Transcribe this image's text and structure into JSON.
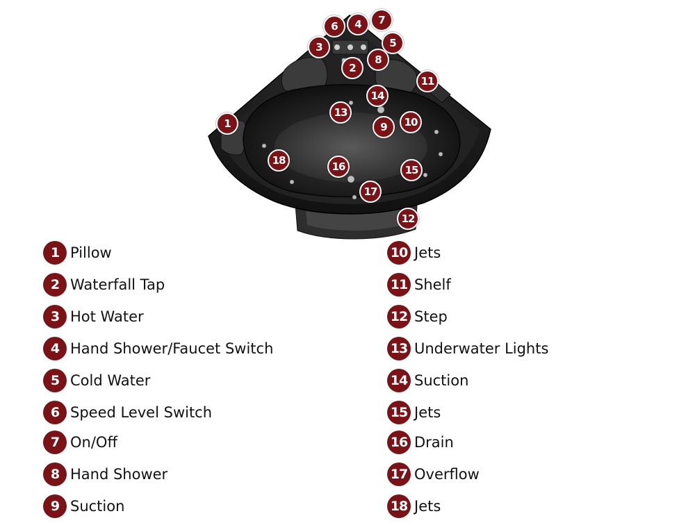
{
  "colors": {
    "badge": "#7a1216",
    "badge_text": "#ffffff",
    "label_text": "#111111",
    "tub_body": "#1a1a1a"
  },
  "parts": [
    {
      "number": "1",
      "label": "Pillow"
    },
    {
      "number": "2",
      "label": "Waterfall Tap"
    },
    {
      "number": "3",
      "label": "Hot Water"
    },
    {
      "number": "4",
      "label": "Hand Shower/Faucet Switch"
    },
    {
      "number": "5",
      "label": "Cold Water"
    },
    {
      "number": "6",
      "label": "Speed Level Switch"
    },
    {
      "number": "7",
      "label": "On/Off"
    },
    {
      "number": "8",
      "label": "Hand Shower"
    },
    {
      "number": "9",
      "label": "Suction"
    },
    {
      "number": "10",
      "label": "Jets"
    },
    {
      "number": "11",
      "label": "Shelf"
    },
    {
      "number": "12",
      "label": "Step"
    },
    {
      "number": "13",
      "label": "Underwater Lights"
    },
    {
      "number": "14",
      "label": "Suction"
    },
    {
      "number": "15",
      "label": "Jets"
    },
    {
      "number": "16",
      "label": "Drain"
    },
    {
      "number": "17",
      "label": "Overflow"
    },
    {
      "number": "18",
      "label": "Jets"
    }
  ]
}
